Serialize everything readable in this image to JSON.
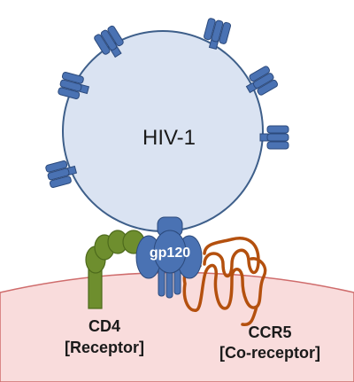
{
  "virus": {
    "label": "HIV-1"
  },
  "glycoprotein": {
    "label": "gp120"
  },
  "receptor": {
    "name": "CD4",
    "role": "[Receptor]"
  },
  "coreceptor": {
    "name": "CCR5",
    "role": "[Co-receptor]"
  },
  "colors": {
    "virus_fill": "#dae3f2",
    "virus_stroke": "#3e5f8a",
    "spike_fill": "#4a72b3",
    "spike_stroke": "#2c4a7c",
    "membrane_fill": "#f9dcdc",
    "membrane_stroke": "#cf6c6c",
    "cd4_fill": "#6e8e2e",
    "cd4_stroke": "#4d6a1c",
    "ccr5_stroke": "#b4500e"
  }
}
